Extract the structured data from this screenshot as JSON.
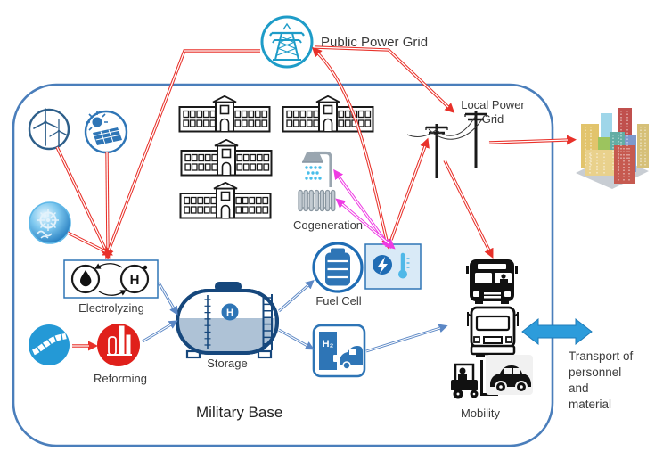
{
  "diagram": {
    "title": "Military Base",
    "nodes": {
      "public_power_grid": {
        "label": "Public Power Grid"
      },
      "local_power_grid": {
        "label_line1": "Local Power",
        "label_line2": "Grid"
      },
      "electrolyzing": {
        "label": "Electrolyzing",
        "h_symbol": "H"
      },
      "reforming": {
        "label": "Reforming"
      },
      "storage": {
        "label": "Storage",
        "h_symbol": "H"
      },
      "fuel_cell": {
        "label": "Fuel Cell"
      },
      "cogeneration": {
        "label": "Cogeneration"
      },
      "mobility": {
        "label": "Mobility"
      },
      "h2_station": {
        "label": "H₂"
      },
      "military_base": {
        "label": "Military Base"
      },
      "transport": {
        "lines": [
          "Transport of",
          "personnel",
          "and",
          "material"
        ]
      }
    },
    "colors": {
      "electricity_arrow": "#E8312A",
      "heat_arrow": "#EE3BE3",
      "hydrogen_arrow": "#5B87C5",
      "boundary": "#4A7EBB",
      "transport_arrow": "#2D9CDB",
      "icon_blue": "#2E75B6",
      "grid_icon_teal": "#1E9CC8",
      "reforming_red": "#E0201B"
    }
  }
}
